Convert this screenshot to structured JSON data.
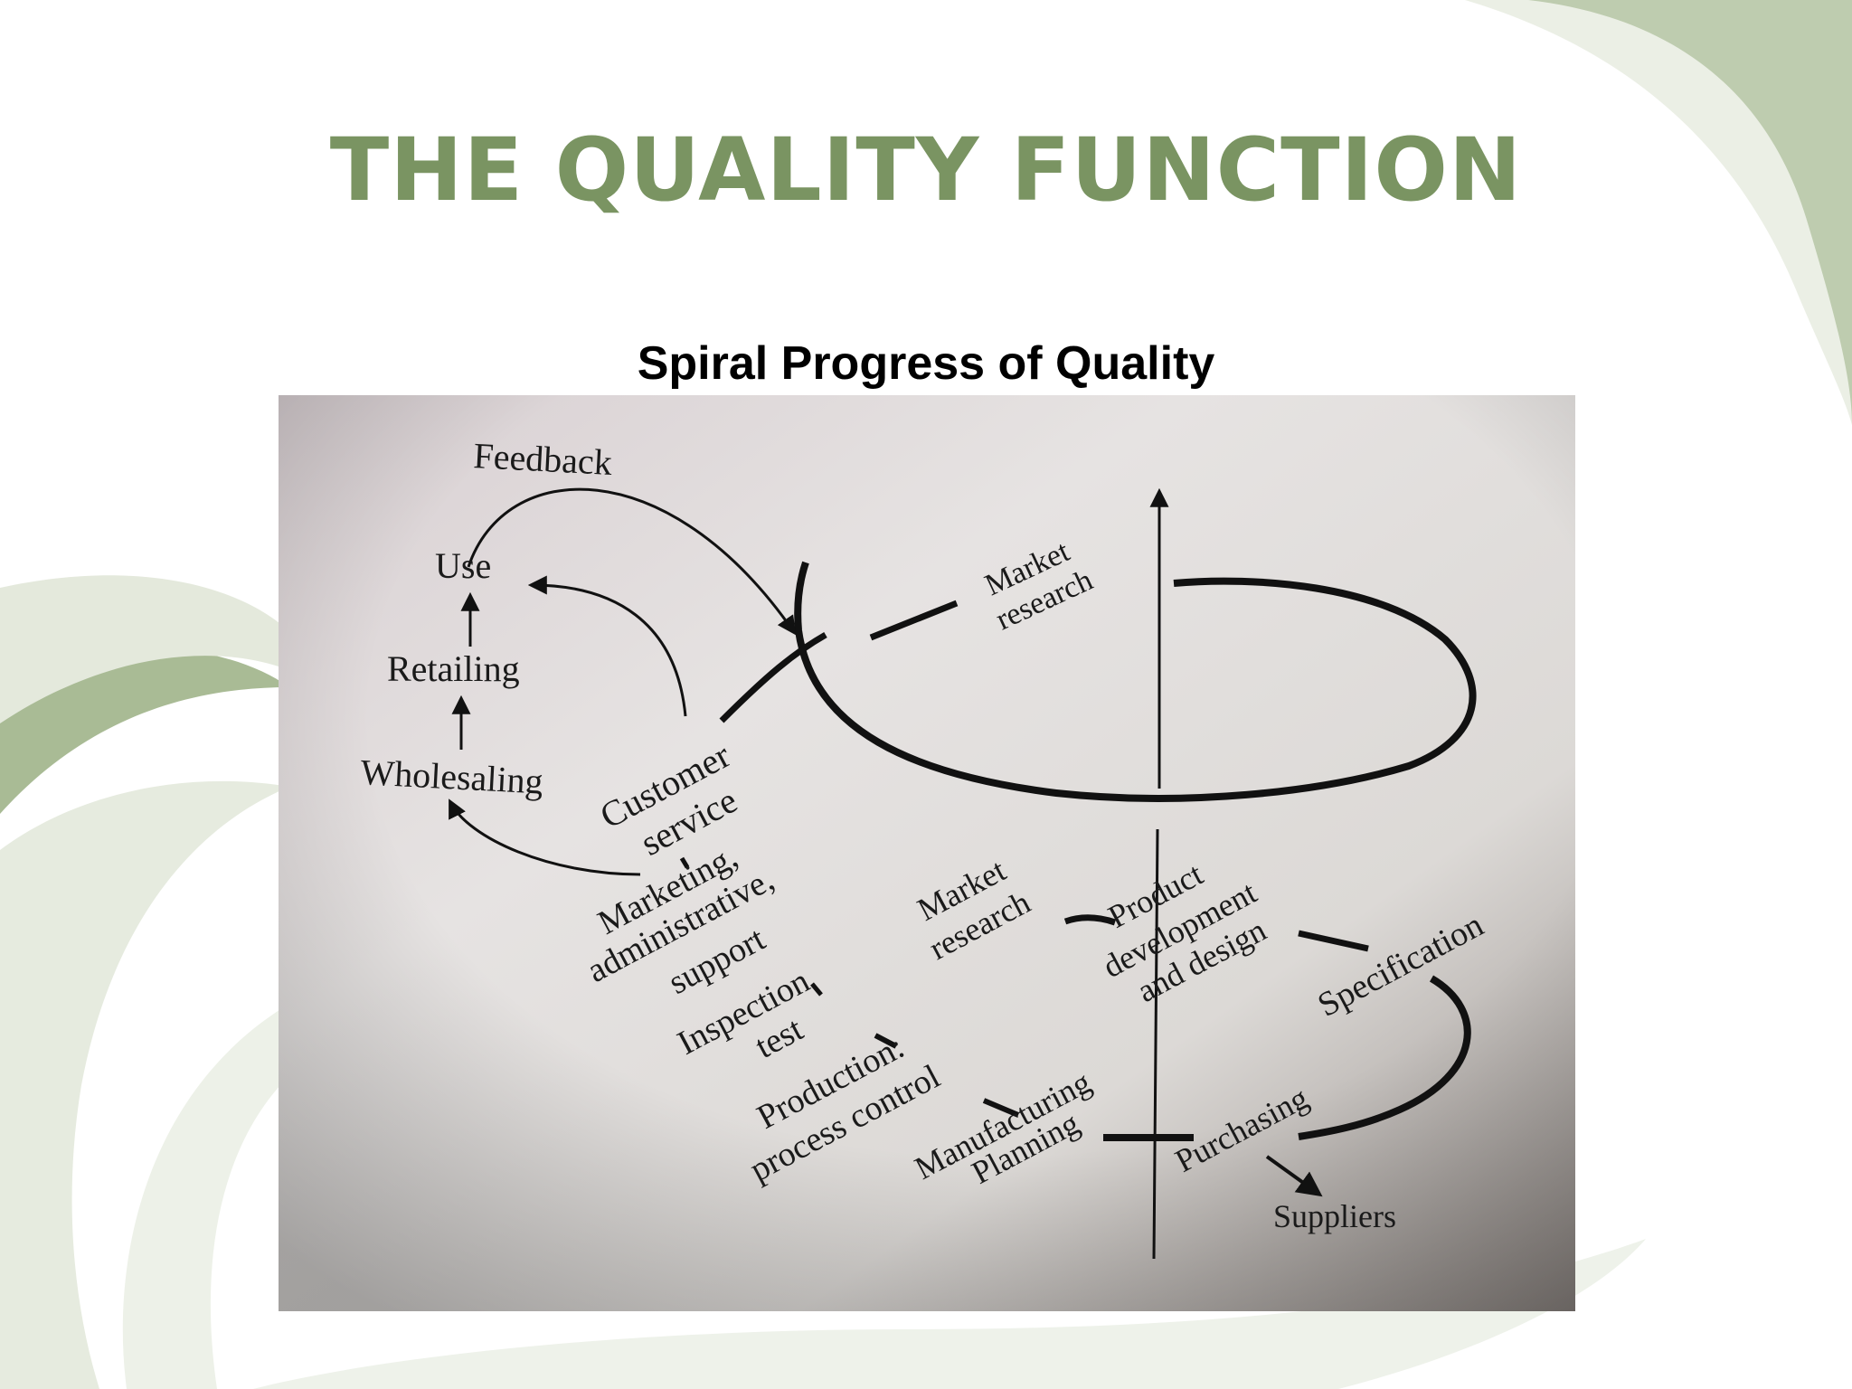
{
  "slide": {
    "title": "THE QUALITY FUNCTION",
    "subtitle": "Spiral Progress of Quality"
  },
  "diagram": {
    "labels": {
      "feedback": "Feedback",
      "use": "Use",
      "retailing": "Retailing",
      "wholesaling": "Wholesaling",
      "customer_service_1": "Customer",
      "customer_service_2": "service",
      "market_research_top_1": "Market",
      "market_research_top_2": "research",
      "marketing_1": "Marketing,",
      "marketing_2": "administrative,",
      "marketing_3": "support",
      "inspection_1": "Inspection",
      "inspection_2": "test",
      "market_research_bottom_1": "Market",
      "market_research_bottom_2": "research",
      "product_dev_1": "Product",
      "product_dev_2": "development",
      "product_dev_3": "and design",
      "specification": "Specification",
      "production_1": "Production:",
      "production_2": "process control",
      "manufacturing_1": "Manufacturing",
      "manufacturing_2": "Planning",
      "purchasing": "Purchasing",
      "suppliers": "Suppliers"
    }
  },
  "colors": {
    "title": "#7a9462",
    "swirl_dark": "#8fa878",
    "swirl_light": "#e4e9dc"
  }
}
